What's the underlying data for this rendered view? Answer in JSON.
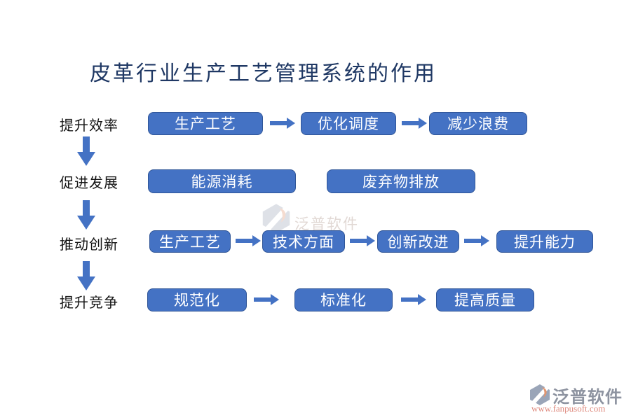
{
  "title": "皮革行业生产工艺管理系统的作用",
  "colors": {
    "box_fill": "#4472C4",
    "box_border": "#2F5597",
    "arrow": "#4472C4",
    "title_text": "#1F3864",
    "side_label_text": "#141414",
    "box_text": "#FFFFFF",
    "logo_brand_text": "#8D93A0",
    "logo_url_text": "#DE897D"
  },
  "left_labels": [
    {
      "label": "提升效率"
    },
    {
      "label": "促进发展"
    },
    {
      "label": "推动创新"
    },
    {
      "label": "提升竞争"
    }
  ],
  "rows": [
    {
      "boxes": [
        "生产工艺",
        "优化调度",
        "减少浪费"
      ]
    },
    {
      "boxes": [
        "能源消耗",
        "废弃物排放"
      ]
    },
    {
      "boxes": [
        "生产工艺",
        "技术方面",
        "创新改进",
        "提升能力"
      ]
    },
    {
      "boxes": [
        "规范化",
        "标准化",
        "提高质量"
      ]
    }
  ],
  "watermark": {
    "brand": "泛普软件"
  },
  "footer": {
    "brand": "泛普软件",
    "url": "www.fanpusoft.com"
  }
}
